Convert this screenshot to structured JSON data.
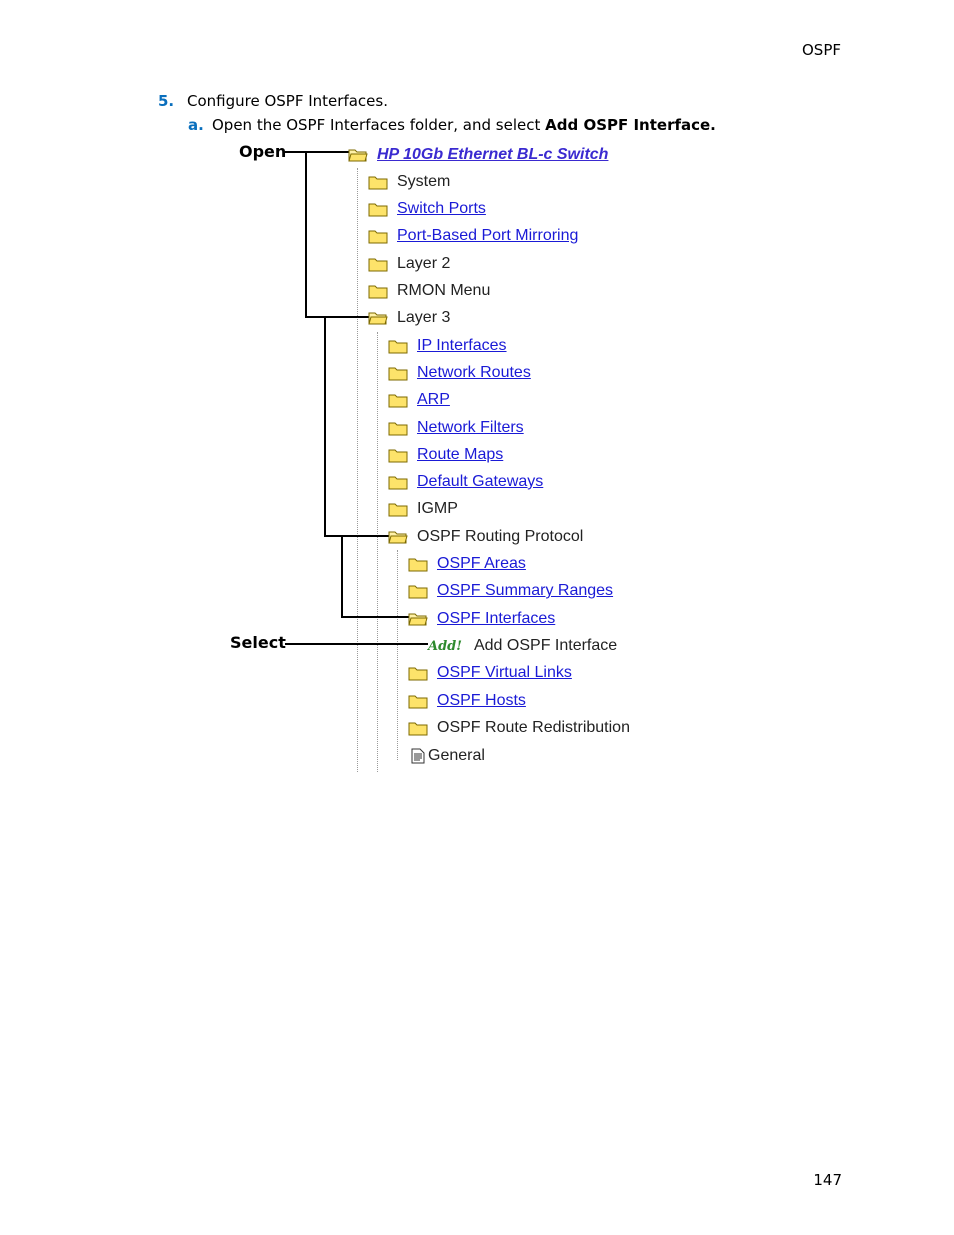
{
  "header": {
    "section": "OSPF"
  },
  "page_number": "147",
  "step": {
    "number": "5.",
    "text": "Configure OSPF Interfaces.",
    "sub_letter": "a.",
    "sub_text": "Open the OSPF Interfaces folder, and select ",
    "sub_bold": "Add OSPF Interface."
  },
  "callouts": {
    "open": "Open",
    "select": "Select"
  },
  "tree": {
    "root": "HP 10Gb Ethernet BL-c Switch",
    "level1": [
      "System",
      "Switch Ports",
      "Port-Based Port Mirroring",
      "Layer 2",
      "RMON Menu",
      "Layer 3"
    ],
    "level2": [
      "IP Interfaces",
      "Network Routes",
      "ARP",
      "Network Filters",
      "Route Maps",
      "Default Gateways",
      "IGMP",
      "OSPF Routing Protocol"
    ],
    "level3": [
      "OSPF Areas",
      "OSPF Summary Ranges",
      "OSPF Interfaces"
    ],
    "add_badge": "Add!",
    "add_item": "Add OSPF Interface",
    "level3b": [
      "OSPF Virtual Links",
      "OSPF Hosts",
      "OSPF Route Redistribution"
    ],
    "general": "General"
  }
}
